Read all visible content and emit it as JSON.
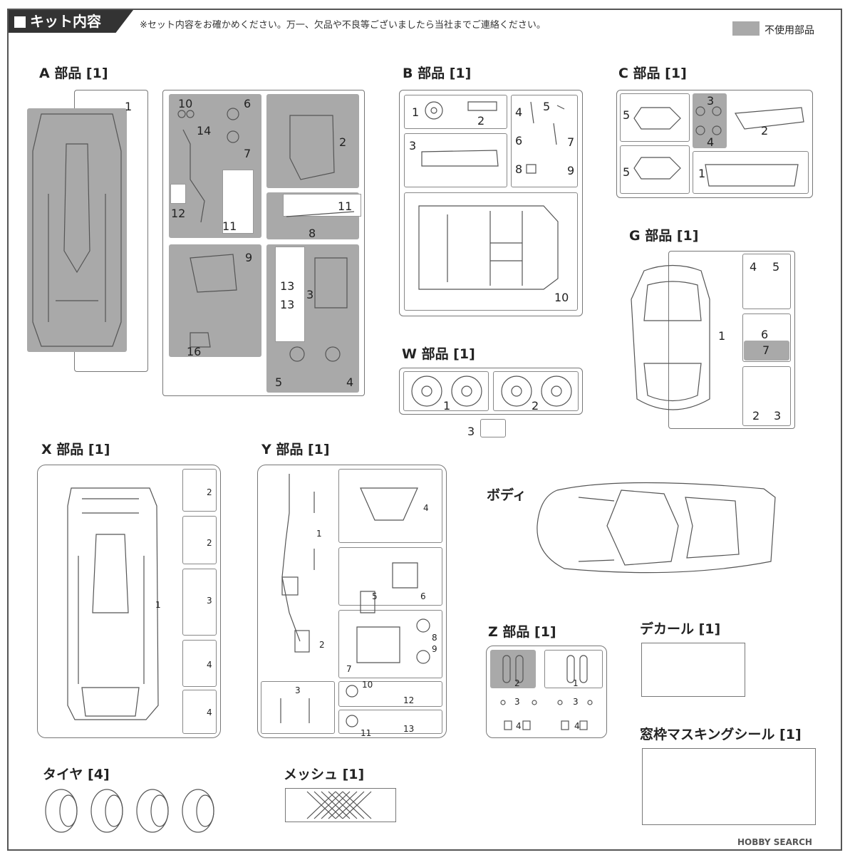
{
  "header": {
    "title": "キット内容",
    "notice": "※セット内容をお確かめください。万一、欠品や不良等ございましたら当社までご連絡ください。"
  },
  "legend": {
    "label": "不使用部品",
    "color": "#a9a9a9"
  },
  "sections": {
    "A": {
      "title": "A 部品 [1]",
      "nums": [
        "1",
        "10",
        "6",
        "14",
        "7",
        "12",
        "11",
        "2",
        "11",
        "8",
        "9",
        "13",
        "13",
        "3",
        "16",
        "5",
        "4"
      ]
    },
    "B": {
      "title": "B 部品 [1]",
      "nums": [
        "1",
        "2",
        "4",
        "5",
        "3",
        "6",
        "7",
        "8",
        "9",
        "10"
      ]
    },
    "C": {
      "title": "C 部品 [1]",
      "nums": [
        "5",
        "3",
        "4",
        "2",
        "5",
        "1"
      ]
    },
    "G": {
      "title": "G 部品 [1]",
      "nums": [
        "4",
        "5",
        "1",
        "6",
        "7",
        "2",
        "3"
      ]
    },
    "W": {
      "title": "W 部品 [1]",
      "nums": [
        "1",
        "2",
        "3"
      ]
    },
    "X": {
      "title": "X 部品 [1]",
      "nums": [
        "2",
        "2",
        "1",
        "3",
        "4",
        "4"
      ]
    },
    "Y": {
      "title": "Y 部品 [1]",
      "nums": [
        "4",
        "1",
        "5",
        "6",
        "8",
        "9",
        "2",
        "7",
        "3",
        "10",
        "12",
        "11",
        "13"
      ]
    },
    "Z": {
      "title": "Z 部品 [1]",
      "nums": [
        "2",
        "1",
        "3",
        "3",
        "4",
        "4"
      ]
    },
    "body": {
      "title": "ボディ"
    },
    "decal": {
      "title": "デカール [1]"
    },
    "mask": {
      "title": "窓枠マスキングシール [1]"
    },
    "tire": {
      "title": "タイヤ [4]"
    },
    "mesh": {
      "title": "メッシュ [1]"
    }
  },
  "watermark": "HOBBY SEARCH"
}
